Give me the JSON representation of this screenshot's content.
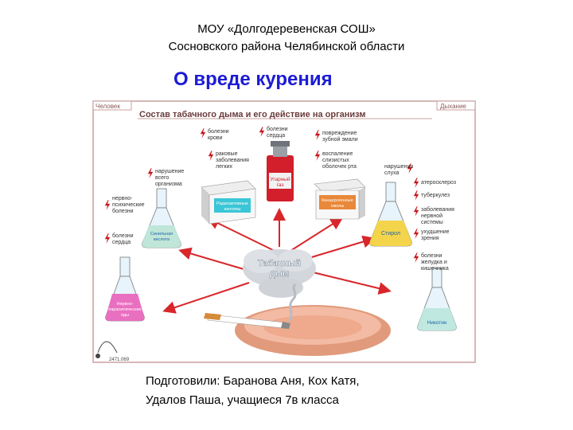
{
  "header": {
    "line1": "МОУ «Долгодеревенская СОШ»",
    "line2": "Сосновского района Челябинской области"
  },
  "title": "О вреде курения",
  "poster": {
    "tag_left": "Человек",
    "tag_right": "Дыхание",
    "heading": "Состав табачного дыма и его действие на организм",
    "center_label_1": "Табачный",
    "center_label_2": "дым",
    "code": "2471.069",
    "substances": {
      "carbon_monoxide_1": "Угарный",
      "carbon_monoxide_2": "газ",
      "radioactive_1": "Радиоактивные",
      "radioactive_2": "изотопы",
      "carcinogens_1": "Канцерогенные",
      "carcinogens_2": "смолы",
      "styrol": "Стирол",
      "hcn_1": "Синильная",
      "hcn_2": "кислота",
      "nerve_gases_1": "Нервно-",
      "nerve_gases_2": "паралитические",
      "nerve_gases_3": "яды",
      "nicotine": "Никотин"
    },
    "effects": {
      "blood_1": "болезни",
      "blood_2": "крови",
      "heart_top_1": "болезни",
      "heart_top_2": "сердца",
      "enamel_1": "повреждение",
      "enamel_2": "зубной эмали",
      "lung_cancer_1": "раковые",
      "lung_cancer_2": "заболевания",
      "lung_cancer_3": "легких",
      "mucosa_1": "воспаление",
      "mucosa_2": "слизистых",
      "mucosa_3": "оболочек рта",
      "hearing_1": "нарушения",
      "hearing_2": "слуха",
      "body_1": "нарушение",
      "body_2": "всего",
      "body_3": "организма",
      "neuro_1": "нервно-",
      "neuro_2": "психические",
      "neuro_3": "болезни",
      "heart_left_1": "болезни",
      "heart_left_2": "сердца",
      "atherosclerosis": "атеросклероз",
      "tuberculosis": "туберкулез",
      "nervous_1": "заболевания",
      "nervous_2": "нервной",
      "nervous_3": "системы",
      "vision_1": "ухудшение",
      "vision_2": "зрения",
      "stomach_1": "болезни",
      "stomach_2": "желудка и",
      "stomach_3": "кишечника"
    }
  },
  "credits": {
    "line1": "Подготовили: Баранова Аня, Кох Катя,",
    "line2": "Удалов Паша, учащиеся 7в класса"
  },
  "colors": {
    "title": "#1b1bd6",
    "poster_frame": "#c9a0a0",
    "heading": "#6a3b3b",
    "arrow": "#d8262b",
    "pink": "#f2a3b5",
    "lightning": "#c9151b"
  }
}
